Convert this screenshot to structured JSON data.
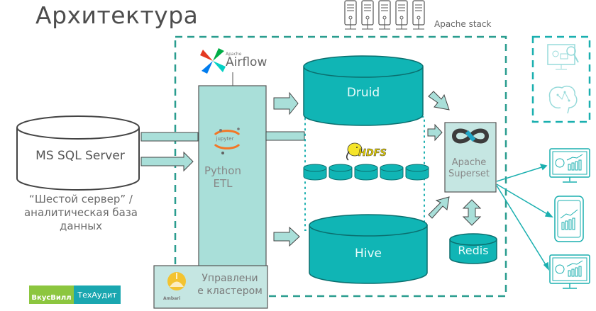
{
  "title": "Архитектура",
  "stack_label": "Apache stack",
  "source": {
    "name": "MS SQL Server",
    "caption": "“Шестой сервер” / аналитическая база данных"
  },
  "airflow": {
    "small": "Apache",
    "big": "Airflow"
  },
  "etl": {
    "jupyter": "jupyter",
    "label_line1": "Python",
    "label_line2": "ETL"
  },
  "storage": {
    "druid": "Druid",
    "hdfs": "HDFS",
    "hive": "Hive",
    "redis": "Redis"
  },
  "superset": {
    "line1": "Apache",
    "line2": "Superset"
  },
  "ambari": {
    "logo": "Ambari",
    "text": "Управлени е кластером"
  },
  "logos": {
    "vkusvill": "ВкусВилл",
    "techaudit": "ТехАудит"
  },
  "colors": {
    "teal": "#10b5b5",
    "teal_dark": "#0e8c8c",
    "box_fill": "#a9dfd9",
    "dash": "#2a9d8f",
    "superset_fill": "#c5e6e2"
  }
}
